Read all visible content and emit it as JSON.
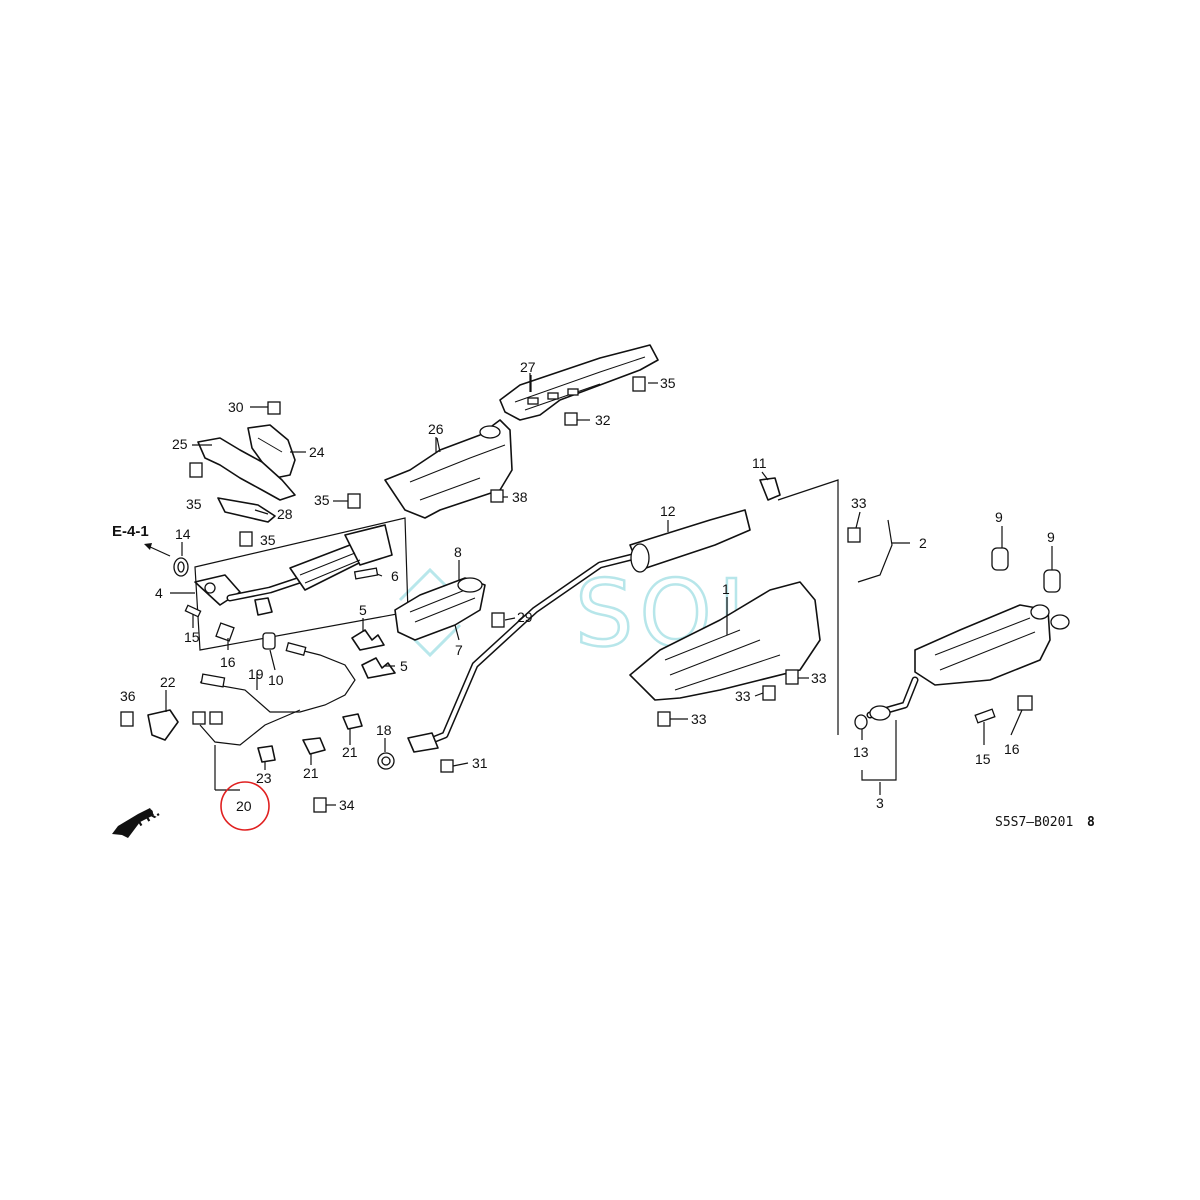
{
  "diagram": {
    "reference_label": "E-4-1",
    "drawing_code": "S5S7—B0201",
    "drawing_code_suffix": "8",
    "front_label": "FR.",
    "highlighted_part": "20",
    "watermark": "SOL",
    "highlight_color": "#e02020",
    "watermark_color": "#7dd3da",
    "labels": {
      "l1": "1",
      "l2": "2",
      "l3": "3",
      "l4": "4",
      "l5a": "5",
      "l5b": "5",
      "l6": "6",
      "l7": "7",
      "l8": "8",
      "l9a": "9",
      "l9b": "9",
      "l10": "10",
      "l11": "11",
      "l12": "12",
      "l13": "13",
      "l14": "14",
      "l15a": "15",
      "l15b": "15",
      "l16a": "16",
      "l16b": "16",
      "l18": "18",
      "l19": "19",
      "l20": "20",
      "l21a": "21",
      "l21b": "21",
      "l22": "22",
      "l23": "23",
      "l24": "24",
      "l25": "25",
      "l26": "26",
      "l27": "27",
      "l28": "28",
      "l29": "29",
      "l30": "30",
      "l31": "31",
      "l32": "32",
      "l33a": "33",
      "l33b": "33",
      "l33c": "33",
      "l33d": "33",
      "l34": "34",
      "l35a": "35",
      "l35b": "35",
      "l35c": "35",
      "l36": "36",
      "l38": "38"
    }
  }
}
